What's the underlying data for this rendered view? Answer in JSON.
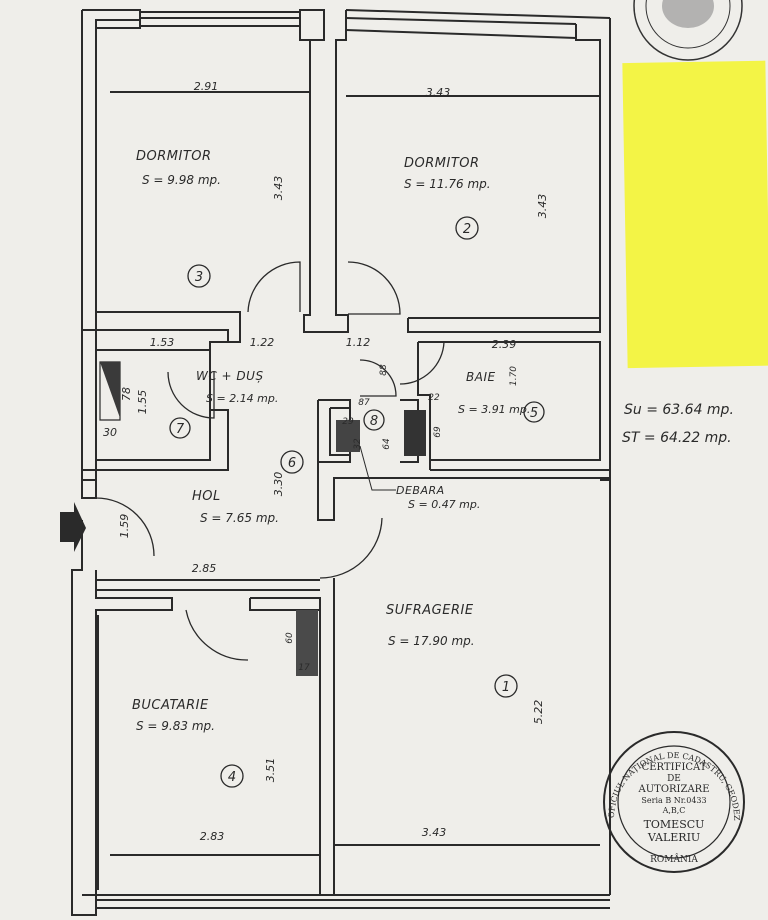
{
  "rooms": [
    {
      "id": "dormitor1",
      "name": "DORMITOR",
      "area": "S = 9.98 mp.",
      "number": "3"
    },
    {
      "id": "dormitor2",
      "name": "DORMITOR",
      "area": "S = 11.76 mp.",
      "number": "2"
    },
    {
      "id": "wc",
      "name": "WC + DUȘ",
      "area": "S = 2.14 mp.",
      "number": "7"
    },
    {
      "id": "baie",
      "name": "BAIE",
      "area": "S = 3.91 mp.",
      "number": "5"
    },
    {
      "id": "debara",
      "name": "DEBARA",
      "area": "S = 0.47 mp.",
      "number": "8"
    },
    {
      "id": "hol",
      "name": "HOL",
      "area": "S = 7.65 mp.",
      "number": "6"
    },
    {
      "id": "sufragerie",
      "name": "SUFRAGERIE",
      "area": "S = 17.90 mp.",
      "number": "1"
    },
    {
      "id": "bucatarie",
      "name": "BUCATARIE",
      "area": "S = 9.83 mp.",
      "number": "4"
    }
  ],
  "dimensions": {
    "d291": "2.91",
    "d343a": "3.43",
    "d343b": "3.43",
    "d343c": "3.43",
    "d343d": "3.43",
    "d153": "1.53",
    "d122": "1.22",
    "d112": "1.12",
    "d239": "2.39",
    "d155": "1.55",
    "d78": "78",
    "d30": "30",
    "d88": "88",
    "d87": "87",
    "d29": "29",
    "d32": "32",
    "d64": "64",
    "d22": "22",
    "d69": "69",
    "d170": "1.70",
    "d330": "3.30",
    "d159": "1.59",
    "d285": "2.85",
    "d60": "60",
    "d17": "17",
    "d522": "5.22",
    "d351": "3.51",
    "d283": "2.83"
  },
  "totals": {
    "su": "Su = 63.64 mp.",
    "st": "ST = 64.22 mp."
  },
  "stamp": {
    "ring": "OFICIUL NAȚIONAL DE CADASTRU, GEODEZIE ȘI CARTOGRAFIE",
    "country": "ROMÂNIA",
    "l1": "CERTIFICAT",
    "l2": "DE",
    "l3": "AUTORIZARE",
    "l4": "Seria B Nr.0433",
    "l5": "A,B,C",
    "l6": "TOMESCU",
    "l7": "VALERIU"
  },
  "colors": {
    "paper": "#efeeea",
    "ink": "#2a2a2a",
    "sticky": "#f3f446",
    "bg": "#d9d9d6"
  }
}
